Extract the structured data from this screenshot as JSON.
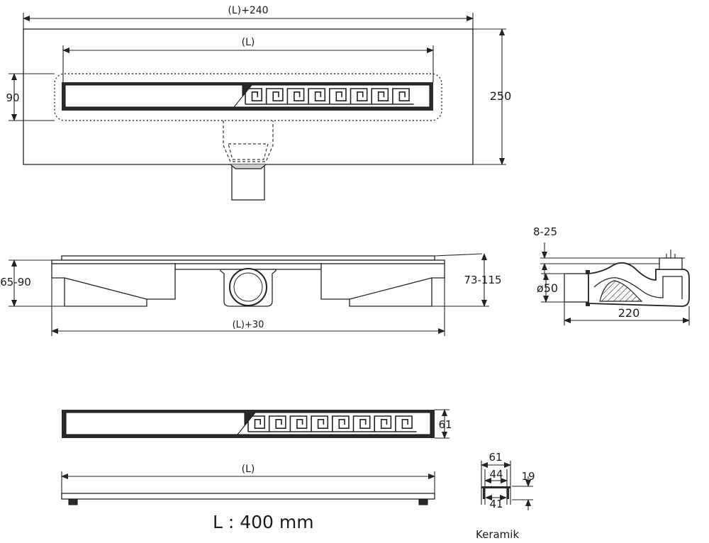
{
  "top_view": {
    "dim_total_width": "(L)+240",
    "dim_channel_length": "(L)",
    "dim_channel_width": "90",
    "dim_total_height": "250"
  },
  "side_view": {
    "dim_height_left": "65-90",
    "dim_height_right": "73-115",
    "dim_total_length": "(L)+30"
  },
  "trap_view": {
    "dim_adjust": "8-25",
    "dim_outlet": "ø50",
    "dim_length": "220"
  },
  "grate_view": {
    "dim_grate_width": "61",
    "dim_grate_length": "(L)",
    "length_note": "L : 400 mm"
  },
  "profile_view": {
    "dim_outer": "61",
    "dim_inner": "44",
    "dim_bottom": "41",
    "dim_height": "19",
    "material": "Keramik"
  }
}
